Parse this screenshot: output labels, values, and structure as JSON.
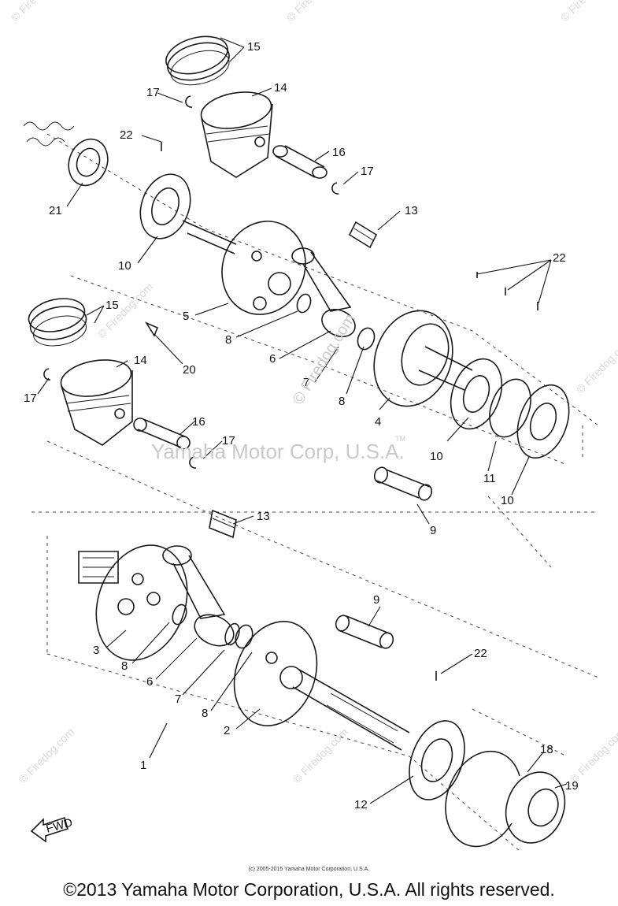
{
  "diagram": {
    "callouts": {
      "c15a": "15",
      "c14a": "14",
      "c17a": "17",
      "c22a": "22",
      "c16a": "16",
      "c17b": "17",
      "c21": "21",
      "c13a": "13",
      "c10a": "10",
      "c22b": "22",
      "c5": "5",
      "c15b": "15",
      "c8a": "8",
      "c6a": "6",
      "c20": "20",
      "c14b": "14",
      "c17c": "17",
      "c7a": "7",
      "c8b": "8",
      "c4": "4",
      "c16b": "16",
      "c17d": "17",
      "c10b": "10",
      "c11": "11",
      "c10c": "10",
      "c9a": "9",
      "c13b": "13",
      "c9b": "9",
      "c22c": "22",
      "c3": "3",
      "c8c": "8",
      "c6b": "6",
      "c7b": "7",
      "c8d": "8",
      "c2": "2",
      "c1": "1",
      "c18": "18",
      "c19": "19",
      "c12": "12"
    },
    "fwd_label": "FWD",
    "watermark_center": "Yamaha Motor Corp, U.S.A.",
    "watermark_tm": "TM",
    "watermark_firedog": "© Firedog.com",
    "watermark_corner": "© Firedog.com"
  },
  "footer": {
    "fine_copyright": "(c) 2005-2015 Yamaha Motor Corporation, U.S.A.",
    "copyright": "©2013 Yamaha Motor Corporation, U.S.A. All rights reserved."
  }
}
